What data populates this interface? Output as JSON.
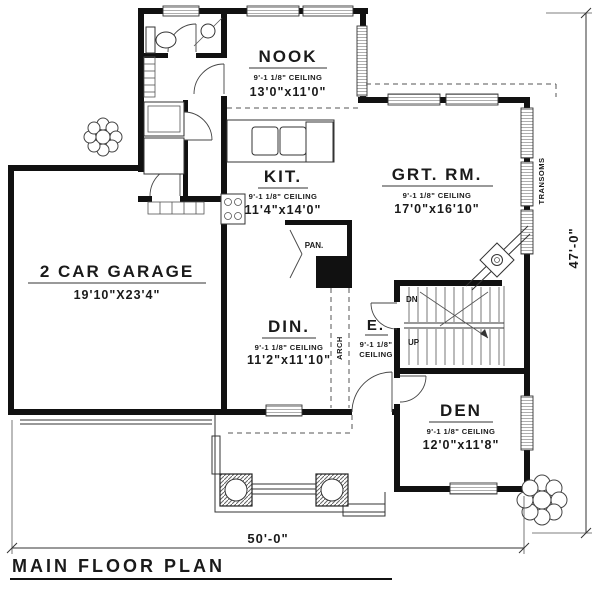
{
  "title": "MAIN FLOOR PLAN",
  "dimensions": {
    "overall_width": "50'-0\"",
    "overall_height": "47'-0\""
  },
  "rooms": {
    "nook": {
      "name": "NOOK",
      "ceiling": "9'-1 1/8\" CEILING",
      "size": "13'0\"x11'0\""
    },
    "kitchen": {
      "name": "KIT.",
      "ceiling": "9'-1 1/8\" CEILING",
      "size": "11'4\"x14'0\""
    },
    "great_room": {
      "name": "GRT. RM.",
      "ceiling": "9'-1 1/8\" CEILING",
      "size": "17'0\"x16'10\""
    },
    "garage": {
      "name": "2 CAR GARAGE",
      "size": "19'10\"X23'4\""
    },
    "dining": {
      "name": "DIN.",
      "ceiling": "9'-1 1/8\" CEILING",
      "size": "11'2\"x11'10\""
    },
    "entry": {
      "name": "E.",
      "ceiling_line1": "9'-1 1/8\"",
      "ceiling_line2": "CEILING"
    },
    "den": {
      "name": "DEN",
      "ceiling": "9'-1 1/8\" CEILING",
      "size": "12'0\"x11'8\""
    },
    "pantry": {
      "name": "PAN."
    }
  },
  "labels": {
    "stairs_down": "DN",
    "stairs_up": "UP",
    "transoms": "TRANSOMS",
    "arch": "ARCH"
  }
}
